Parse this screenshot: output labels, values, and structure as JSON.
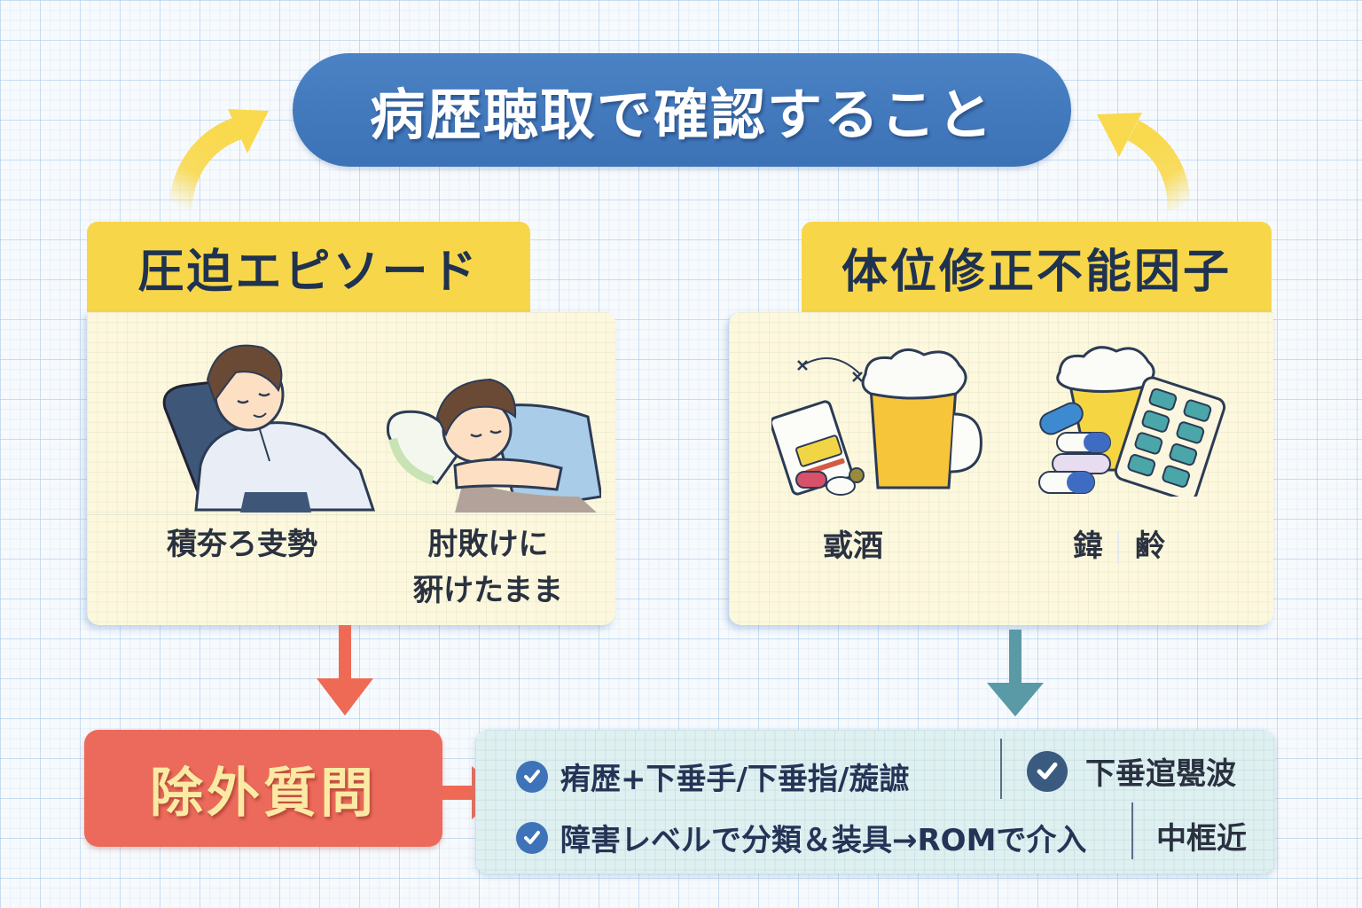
{
  "title": "病歴聴取で確認すること",
  "colors": {
    "title_bg": "#3f76ba",
    "header_yellow": "#f8d64a",
    "panel_cream": "#fdf8dd",
    "exclusion_red": "#ec6a5b",
    "left_arrow_red": "#ee6a55",
    "right_arrow_teal": "#5a9aa6",
    "result_bg": "#dff0f1",
    "check_blue": "#3f73b9"
  },
  "left_panel": {
    "header": "圧迫エピソード",
    "items": [
      {
        "illustration": "person-sleeping-in-chair",
        "label_lines": [
          "積夯ろ叏勢"
        ]
      },
      {
        "illustration": "person-sleeping-on-arm",
        "label_lines": [
          "肘敗けに",
          "豣けたまま"
        ]
      }
    ]
  },
  "right_panel": {
    "header": "体位修正不能因子",
    "items": [
      {
        "illustration": "beer-mug-with-pills",
        "label_lines": [
          "戜酒"
        ]
      },
      {
        "illustration": "pills-and-blister-pack",
        "label_lines": [
          "鍏",
          "鹷"
        ]
      }
    ]
  },
  "exclusion": {
    "label": "除外質問"
  },
  "result": {
    "rows": [
      {
        "icon": "check-circle-icon",
        "text": "痏歴+下垂手/下垂指/蔙謶"
      },
      {
        "icon": "check-circle-icon",
        "text": "障害レベルで分類＆装具→ROMで介入"
      }
    ],
    "side_items": [
      {
        "icon": "check-circle-icon",
        "text": "下垂逭甖波"
      },
      {
        "icon": null,
        "text": "中框近"
      }
    ]
  }
}
